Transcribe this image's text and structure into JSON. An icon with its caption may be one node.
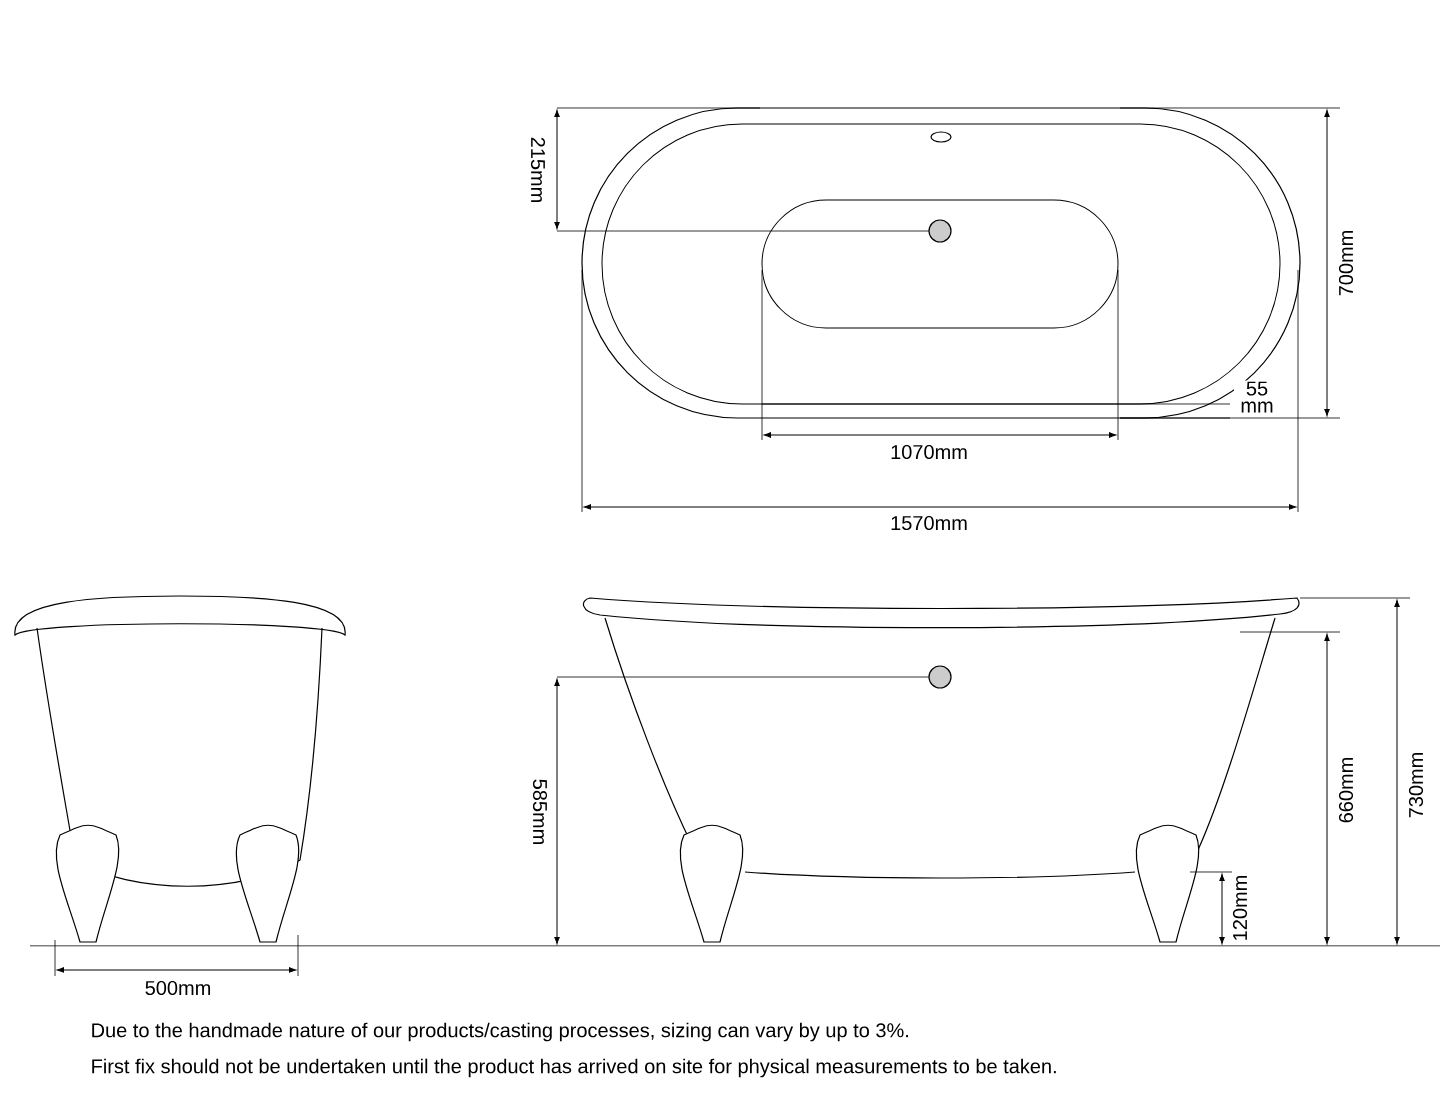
{
  "diagram": {
    "labels": [
      "215mm",
      "700mm",
      "55 mm",
      "1070mm",
      "1570mm",
      "500mm",
      "585mm",
      "660mm",
      "730mm",
      "120mm",
      "Due to the handmade nature of our products/casting processes, sizing can vary by up to 3%.",
      "First fix should not be undertaken until the product has arrived on site for physical measurements to be taken."
    ]
  }
}
